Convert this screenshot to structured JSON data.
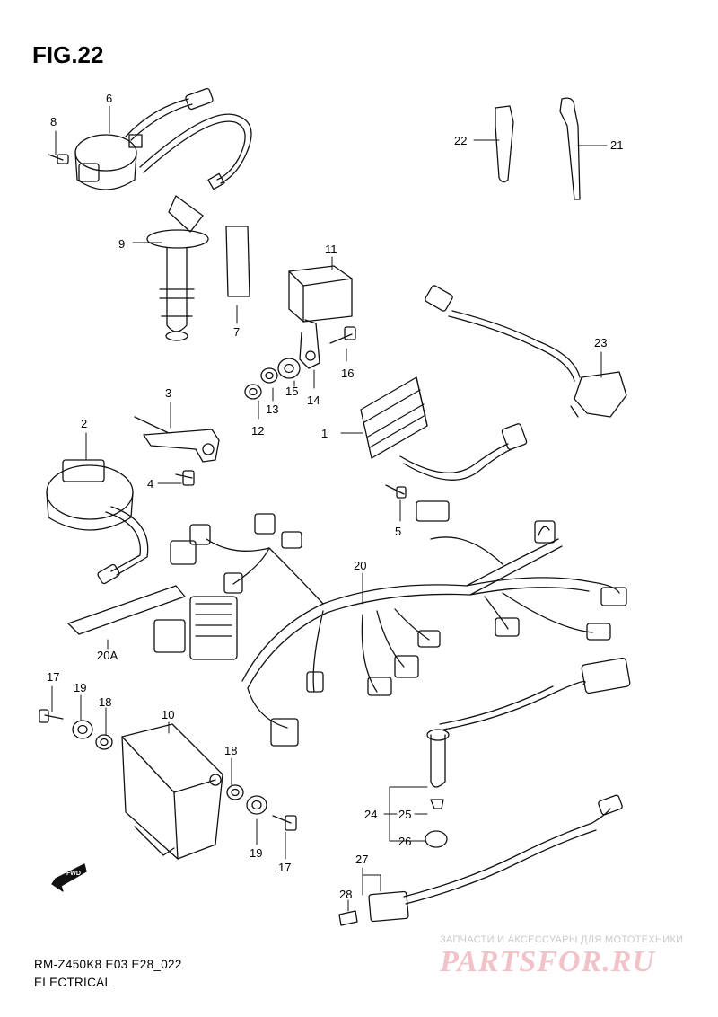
{
  "figure": {
    "title": "FIG.22",
    "model_code": "RM-Z450K8 E03 E28_022",
    "section": "ELECTRICAL"
  },
  "callouts": [
    "1",
    "2",
    "3",
    "4",
    "5",
    "6",
    "7",
    "8",
    "9",
    "10",
    "11",
    "12",
    "13",
    "14",
    "15",
    "16",
    "17",
    "18",
    "19",
    "20",
    "20A",
    "21",
    "22",
    "23",
    "24",
    "25",
    "26",
    "27",
    "28"
  ],
  "fwd_label": "FWD",
  "watermark": {
    "caption": "ЗАПЧАСТИ И АКСЕССУАРЫ ДЛЯ МОТОТЕХНИКИ",
    "logo": "PARTSFOR.RU"
  }
}
